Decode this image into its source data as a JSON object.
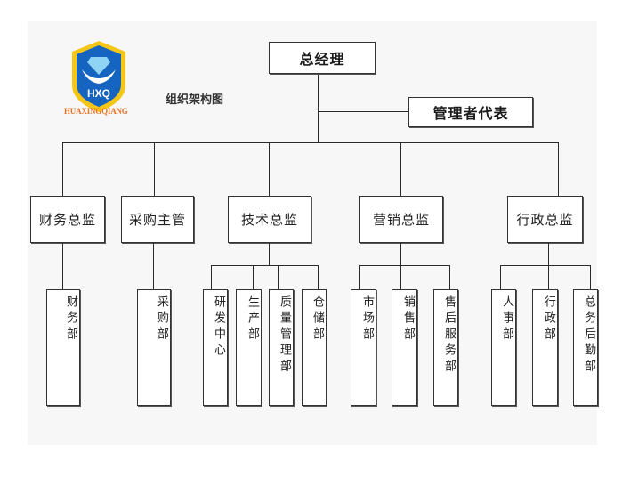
{
  "logo": {
    "initials": "HXQ",
    "wordmark": "HUAXINGQIANG",
    "colors": {
      "shield_outer": "#f5c518",
      "shield_inner": "#1565c0",
      "wordmark": "#e8742a"
    }
  },
  "title": "组织架构图",
  "chart": {
    "root": "总经理",
    "side_node": "管理者代表",
    "directors": [
      {
        "label": "财务总监",
        "departments": [
          "财务部"
        ]
      },
      {
        "label": "采购主管",
        "departments": [
          "采购部"
        ]
      },
      {
        "label": "技术总监",
        "departments": [
          "研发中心",
          "生产部",
          "质量管理部",
          "仓储部"
        ]
      },
      {
        "label": "营销总监",
        "departments": [
          "市场部",
          "销售部",
          "售后服务部"
        ]
      },
      {
        "label": "行政总监",
        "departments": [
          "人事部",
          "行政部",
          "总务后勤部"
        ]
      }
    ]
  }
}
